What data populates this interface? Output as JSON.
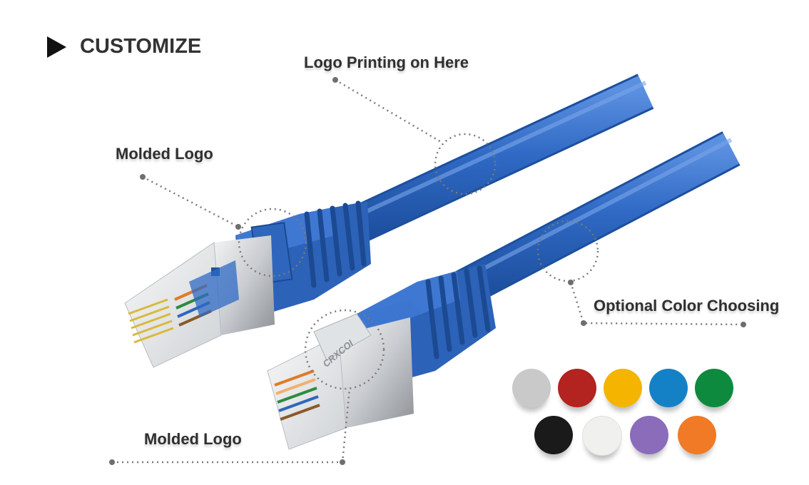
{
  "heading": "CUSTOMIZE",
  "labels": {
    "logo_printing": "Logo Printing on Here",
    "molded_logo_top": "Molded Logo",
    "optional_color": "Optional Color Choosing",
    "molded_logo_bottom": "Molded Logo"
  },
  "plug_logo_text": "CRXCOI",
  "colors": {
    "cable": "#2f69c4",
    "cable_dark": "#1d4f9e",
    "swatches_row1": [
      "#c9c9c9",
      "#b3231f",
      "#f4b400",
      "#1481c6",
      "#0e8a3e"
    ],
    "swatches_row2": [
      "#1a1a1a",
      "#f0f0ee",
      "#8a6cba",
      "#f07a26"
    ]
  }
}
